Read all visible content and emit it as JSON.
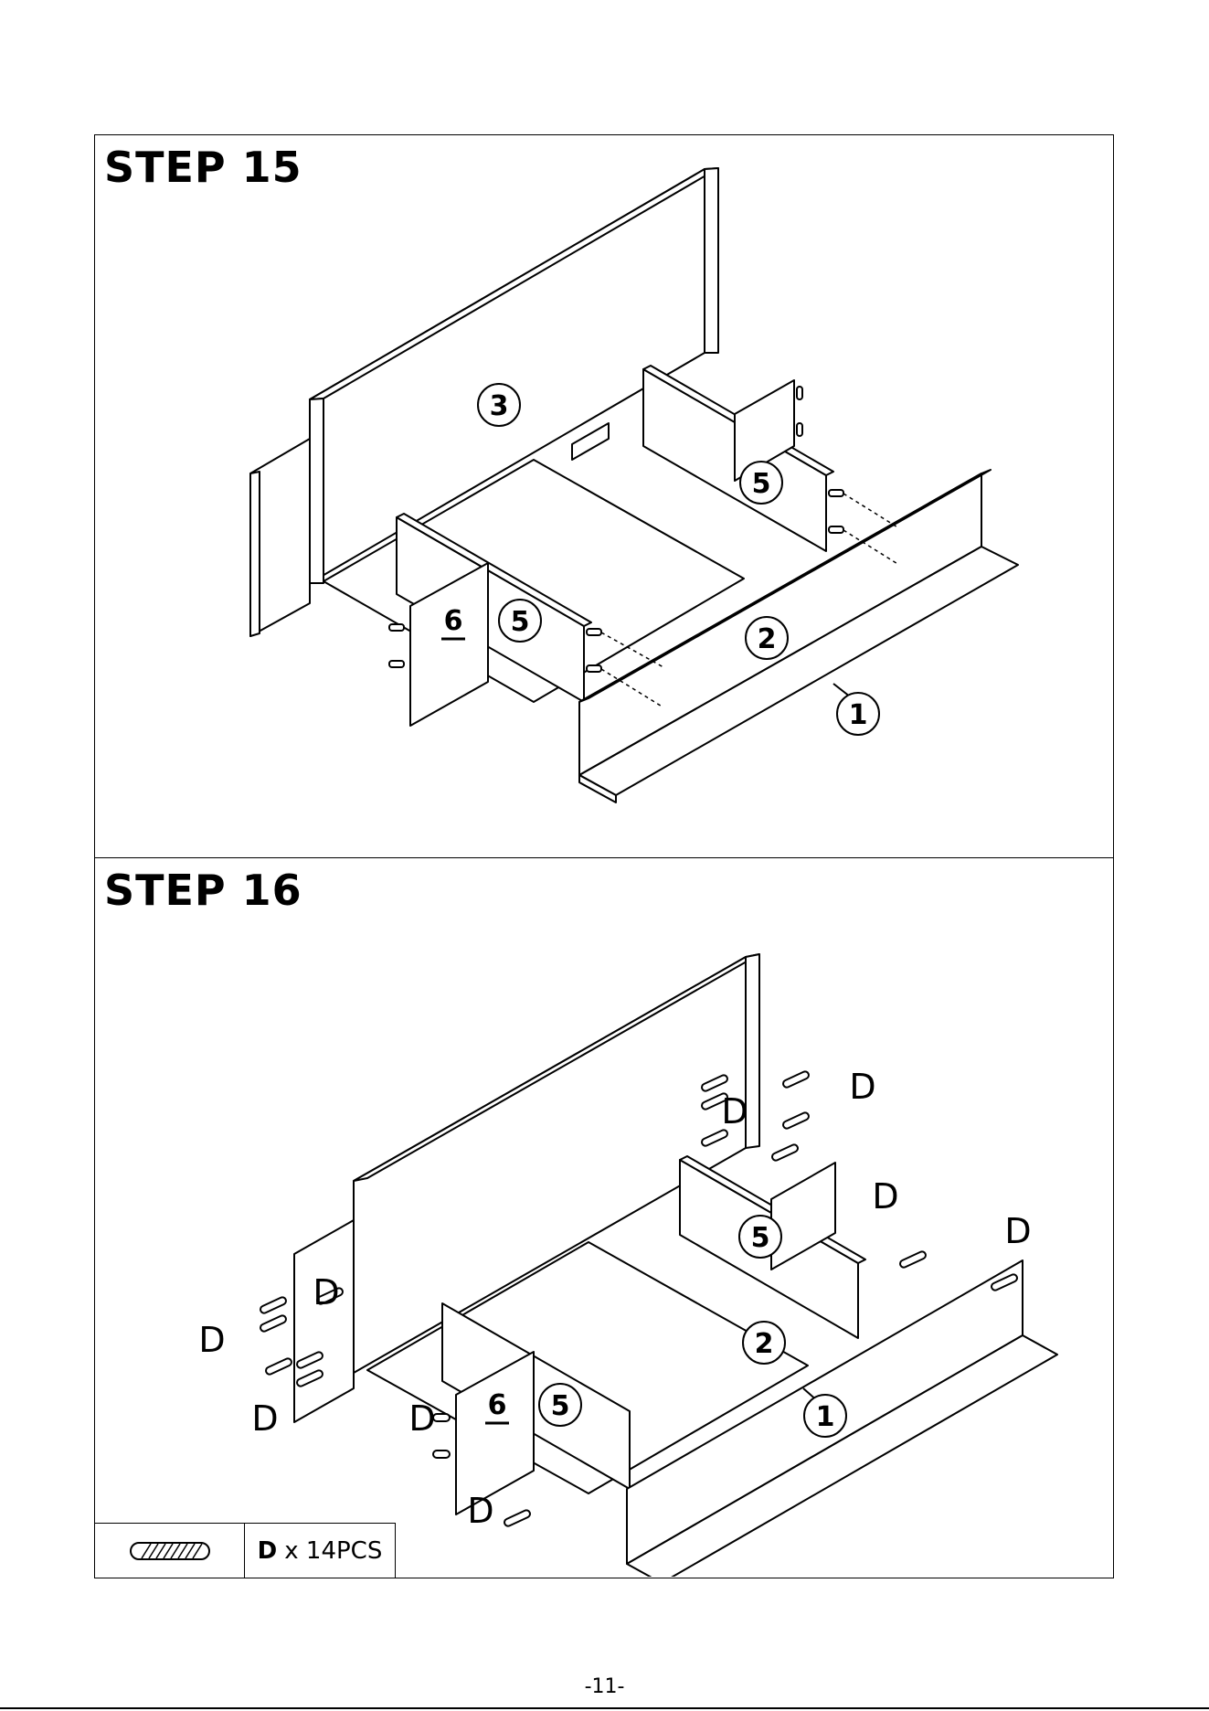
{
  "steps": [
    {
      "title": "STEP 15",
      "part_labels": {
        "p1": "1",
        "p2": "2",
        "p3": "3",
        "p5a": "5",
        "p5b": "5",
        "p6": "6"
      }
    },
    {
      "title": "STEP 16",
      "part_labels": {
        "p1": "1",
        "p2": "2",
        "p5a": "5",
        "p5b": "5",
        "p6": "6"
      },
      "callouts": [
        "D",
        "D",
        "D",
        "D",
        "D",
        "D",
        "D",
        "D",
        "D"
      ]
    }
  ],
  "hardware": {
    "code": "D",
    "quantity": "x 14PCS",
    "icon": "dowel-icon"
  },
  "page_number": "-11-"
}
